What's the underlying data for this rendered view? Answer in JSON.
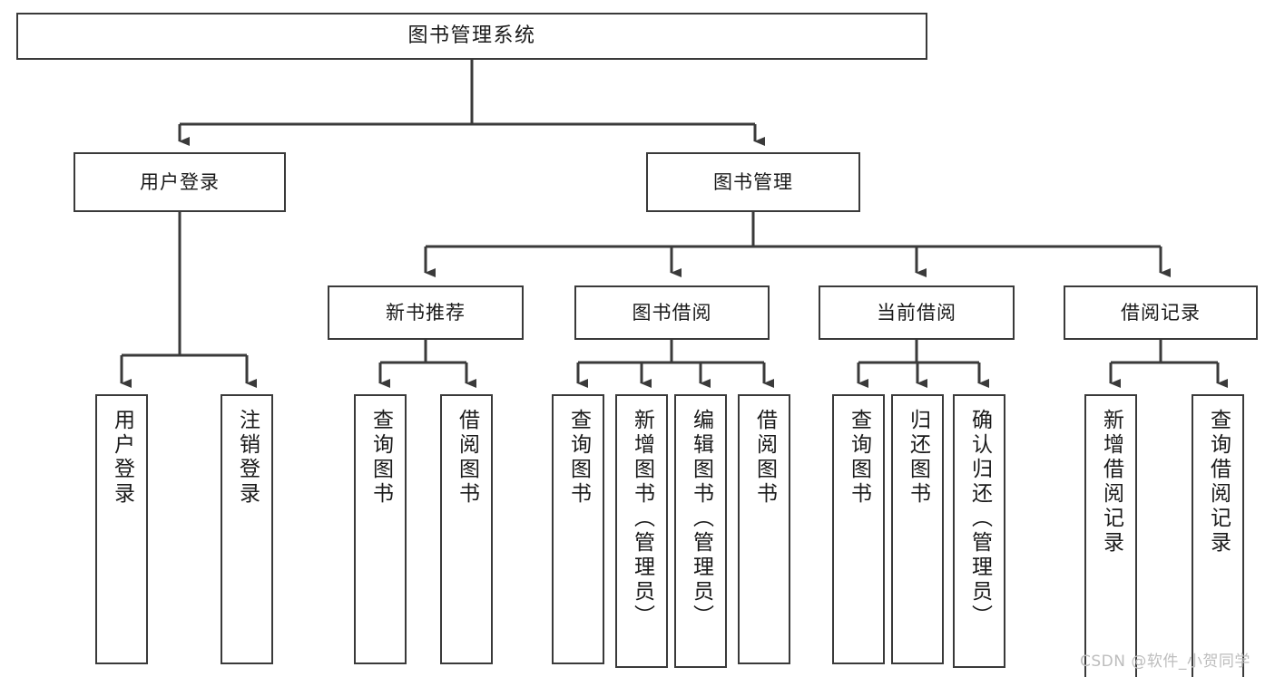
{
  "diagram": {
    "title": "图书管理系统",
    "type": "hierarchy-tree",
    "levels": {
      "root": {
        "label": "图书管理系统"
      },
      "level2": [
        {
          "id": "user-login",
          "label": "用户登录"
        },
        {
          "id": "book-manage",
          "label": "图书管理"
        }
      ],
      "level3": [
        {
          "id": "new-book-recommend",
          "label": "新书推荐",
          "parent": "book-manage"
        },
        {
          "id": "book-borrow",
          "label": "图书借阅",
          "parent": "book-manage"
        },
        {
          "id": "current-borrow",
          "label": "当前借阅",
          "parent": "book-manage"
        },
        {
          "id": "borrow-record",
          "label": "借阅记录",
          "parent": "book-manage"
        }
      ],
      "leaves": [
        {
          "id": "leaf-user-login",
          "label": "用户登录",
          "parent": "user-login"
        },
        {
          "id": "leaf-user-logout",
          "label": "注销登录",
          "parent": "user-login"
        },
        {
          "id": "leaf-query-book-1",
          "label": "查询图书",
          "parent": "new-book-recommend"
        },
        {
          "id": "leaf-borrow-book-1",
          "label": "借阅图书",
          "parent": "new-book-recommend"
        },
        {
          "id": "leaf-query-book-2",
          "label": "查询图书",
          "parent": "book-borrow"
        },
        {
          "id": "leaf-add-book",
          "label": "新增图书（管理员）",
          "parent": "book-borrow"
        },
        {
          "id": "leaf-edit-book",
          "label": "编辑图书（管理员）",
          "parent": "book-borrow"
        },
        {
          "id": "leaf-borrow-book-2",
          "label": "借阅图书",
          "parent": "book-borrow"
        },
        {
          "id": "leaf-query-book-3",
          "label": "查询图书",
          "parent": "current-borrow"
        },
        {
          "id": "leaf-return-book",
          "label": "归还图书",
          "parent": "current-borrow"
        },
        {
          "id": "leaf-confirm-return",
          "label": "确认归还（管理员）",
          "parent": "current-borrow"
        },
        {
          "id": "leaf-add-record",
          "label": "新增借阅记录",
          "parent": "borrow-record"
        },
        {
          "id": "leaf-query-record",
          "label": "查询借阅记录",
          "parent": "borrow-record"
        }
      ]
    },
    "colors": {
      "stroke": "#3a3a3a",
      "fill": "#ffffff",
      "text": "#1a1a1a",
      "watermark": "#bdbdbd"
    }
  },
  "watermark": {
    "text": "CSDN @软件_小贺同学"
  }
}
